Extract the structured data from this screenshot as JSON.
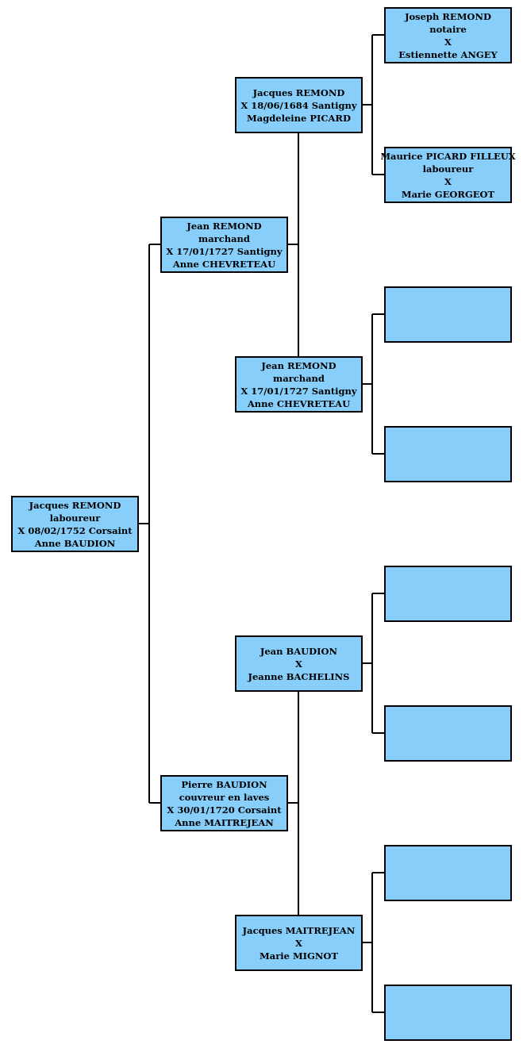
{
  "colors": {
    "box_fill": "#87cefa",
    "box_border": "#000000",
    "connector": "#000000",
    "background": "#ffffff"
  },
  "persons": {
    "g1": {
      "lines": [
        "Jacques REMOND",
        "laboureur",
        "X  08/02/1752  Corsaint",
        "Anne BAUDION"
      ]
    },
    "g2_father": {
      "lines": [
        "Jean REMOND",
        "marchand",
        "X  17/01/1727  Santigny",
        "Anne CHEVRETEAU"
      ]
    },
    "g2_mother": {
      "lines": [
        "Pierre BAUDION",
        "couvreur en laves",
        "X  30/01/1720  Corsaint",
        "Anne MAITREJEAN"
      ]
    },
    "g3_ff": {
      "lines": [
        "Jacques REMOND",
        "X  18/06/1684  Santigny",
        "Magdeleine PICARD"
      ]
    },
    "g3_fm": {
      "lines": [
        "Jean REMOND",
        "marchand",
        "X  17/01/1727  Santigny",
        "Anne CHEVRETEAU"
      ]
    },
    "g3_mf": {
      "lines": [
        "Jean BAUDION",
        "X",
        "Jeanne BACHELINS"
      ]
    },
    "g3_mm": {
      "lines": [
        "Jacques MAITREJEAN",
        "X",
        "Marie MIGNOT"
      ]
    },
    "g4_1": {
      "lines": [
        "Joseph REMOND",
        "notaire",
        "X",
        "Estiennette ANGEY"
      ]
    },
    "g4_2": {
      "lines": [
        "Maurice PICARD FILLEUX",
        "laboureur",
        "X",
        "Marie GEORGEOT"
      ]
    },
    "g4_3": {
      "lines": []
    },
    "g4_4": {
      "lines": []
    },
    "g4_5": {
      "lines": []
    },
    "g4_6": {
      "lines": []
    },
    "g4_7": {
      "lines": []
    },
    "g4_8": {
      "lines": []
    }
  }
}
